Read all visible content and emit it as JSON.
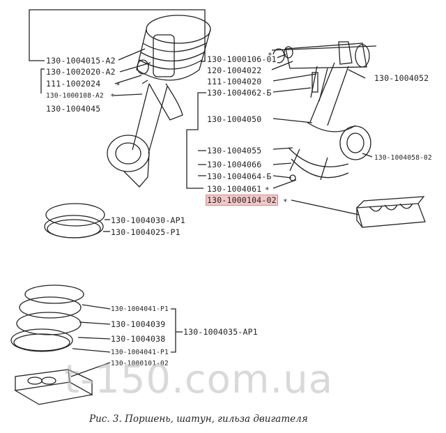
{
  "labels": {
    "l1": "130-1004015-A2",
    "l2": "130-1002020-A2",
    "l3": "111-1002024",
    "l4": "130-1000108-A2",
    "l5": "130-1004045",
    "r1": "130-1000106-01",
    "r2": "120-1004022",
    "r3": "111-1004020",
    "r4": "130-1004062-Б",
    "r5": "130-1004050",
    "r6": "130-1004055",
    "r7": "130-1004066",
    "r8": "130-1004064-Б",
    "r9": "130-1004061",
    "r10": "130-1000104-02",
    "c1": "130-1004052",
    "c2": "130-1004058-02",
    "m1": "130-1004030-АР1",
    "m2": "130-1004025-Р1",
    "b1": "130-1004041-Р1",
    "b2": "130-1004039",
    "b3": "130-1004038",
    "b4": "130-1004041-Р1",
    "b5": "130-1000101-02",
    "b6": "130-1004035-АР1"
  },
  "star": "*",
  "watermark": "t-150.com.ua",
  "caption": "Рис. 3.   Поршень, шатун, гильза двигателя",
  "colors": {
    "highlight": "#f4c7c7",
    "line": "#222"
  }
}
